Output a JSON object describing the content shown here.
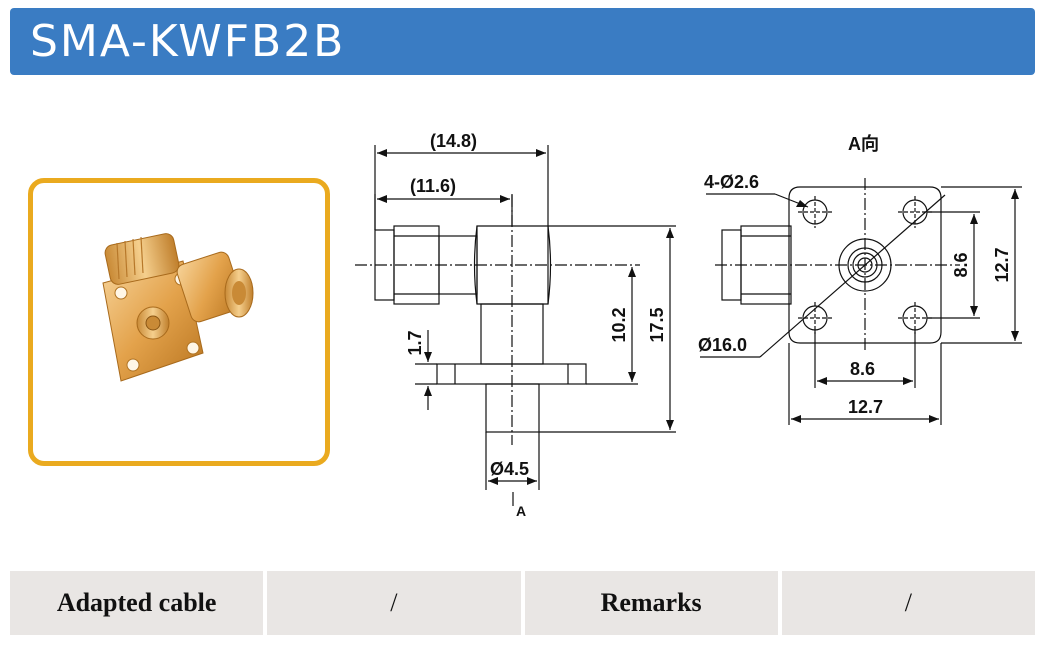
{
  "header": {
    "title": "SMA-KWFB2B"
  },
  "drawing": {
    "dims": {
      "overall_length": "(14.8)",
      "body_length": "(11.6)",
      "flange_offset": "1.7",
      "height_inner": "10.2",
      "height_total": "17.5",
      "pin_dia": "Ø4.5",
      "view_marker": "A",
      "view_label": "A向",
      "hole_spec": "4-Ø2.6",
      "flange_dia": "Ø16.0",
      "hole_pitch_v": "8.6",
      "flange_size_v": "12.7",
      "hole_pitch_h": "8.6",
      "flange_size_h": "12.7"
    },
    "colors": {
      "line": "#111111",
      "gold": "#e8b25a",
      "frame": "#eaaa1f"
    }
  },
  "table": {
    "cells": [
      {
        "text": "Adapted cable",
        "kind": "label"
      },
      {
        "text": "/",
        "kind": "value"
      },
      {
        "text": "Remarks",
        "kind": "label"
      },
      {
        "text": "/",
        "kind": "value"
      }
    ]
  }
}
